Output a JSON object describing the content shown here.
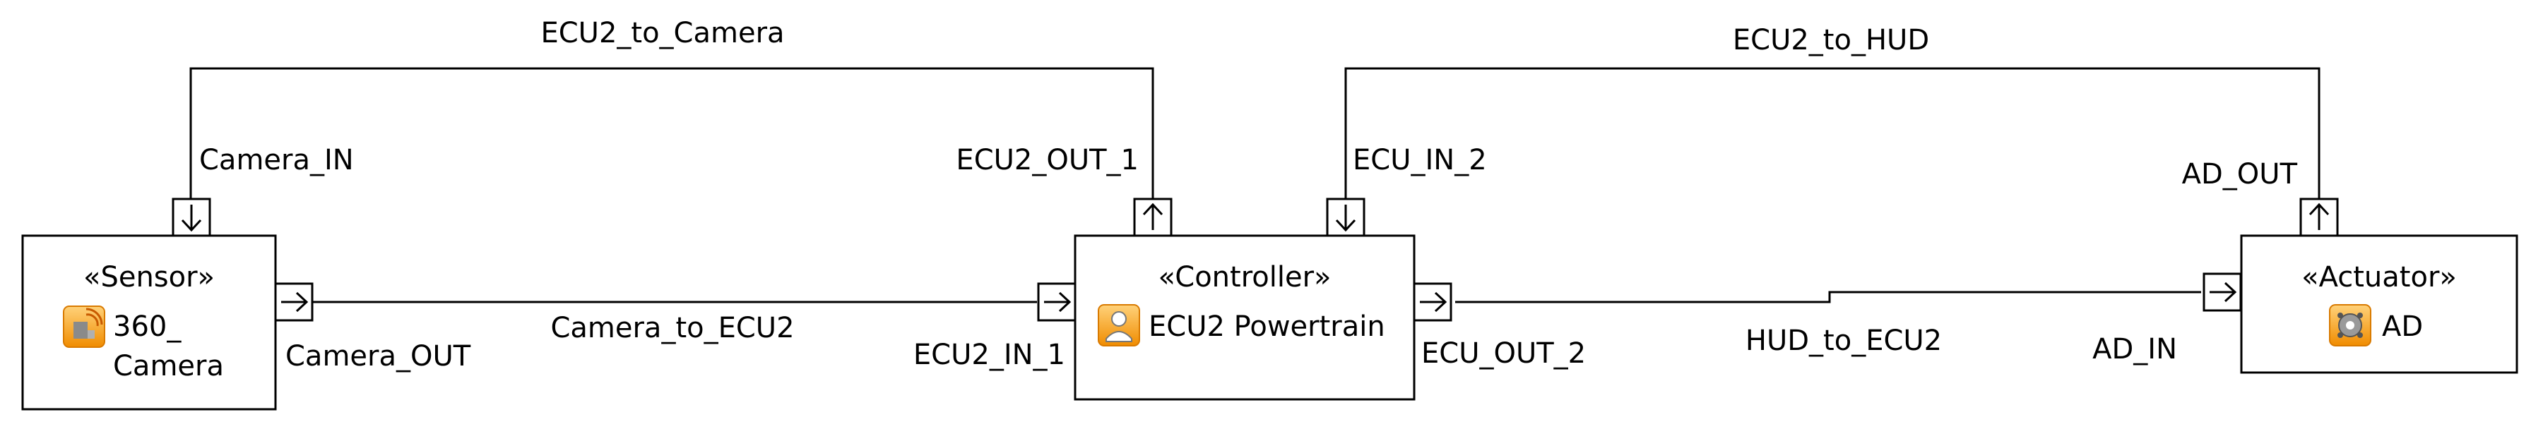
{
  "blocks": {
    "sensor": {
      "stereotype": "«Sensor»",
      "name_line1": "360_",
      "name_line2": "Camera",
      "icon": "sensor-icon"
    },
    "controller": {
      "stereotype": "«Controller»",
      "name": "ECU2 Powertrain",
      "icon": "controller-icon"
    },
    "actuator": {
      "stereotype": "«Actuator»",
      "name": "AD",
      "icon": "actuator-icon"
    }
  },
  "ports": {
    "camera_in": "Camera_IN",
    "camera_out": "Camera_OUT",
    "ecu2_out_1": "ECU2_OUT_1",
    "ecu2_in_1": "ECU2_IN_1",
    "ecu_in_2": "ECU_IN_2",
    "ecu_out_2": "ECU_OUT_2",
    "ad_out": "AD_OUT",
    "ad_in": "AD_IN"
  },
  "connectors": {
    "ecu2_to_camera": "ECU2_to_Camera",
    "camera_to_ecu2": "Camera_to_ECU2",
    "ecu2_to_hud": "ECU2_to_HUD",
    "hud_to_ecu2": "HUD_to_ECU2"
  },
  "colors": {
    "icon_orange": "#f5a623",
    "line": "#000000"
  }
}
